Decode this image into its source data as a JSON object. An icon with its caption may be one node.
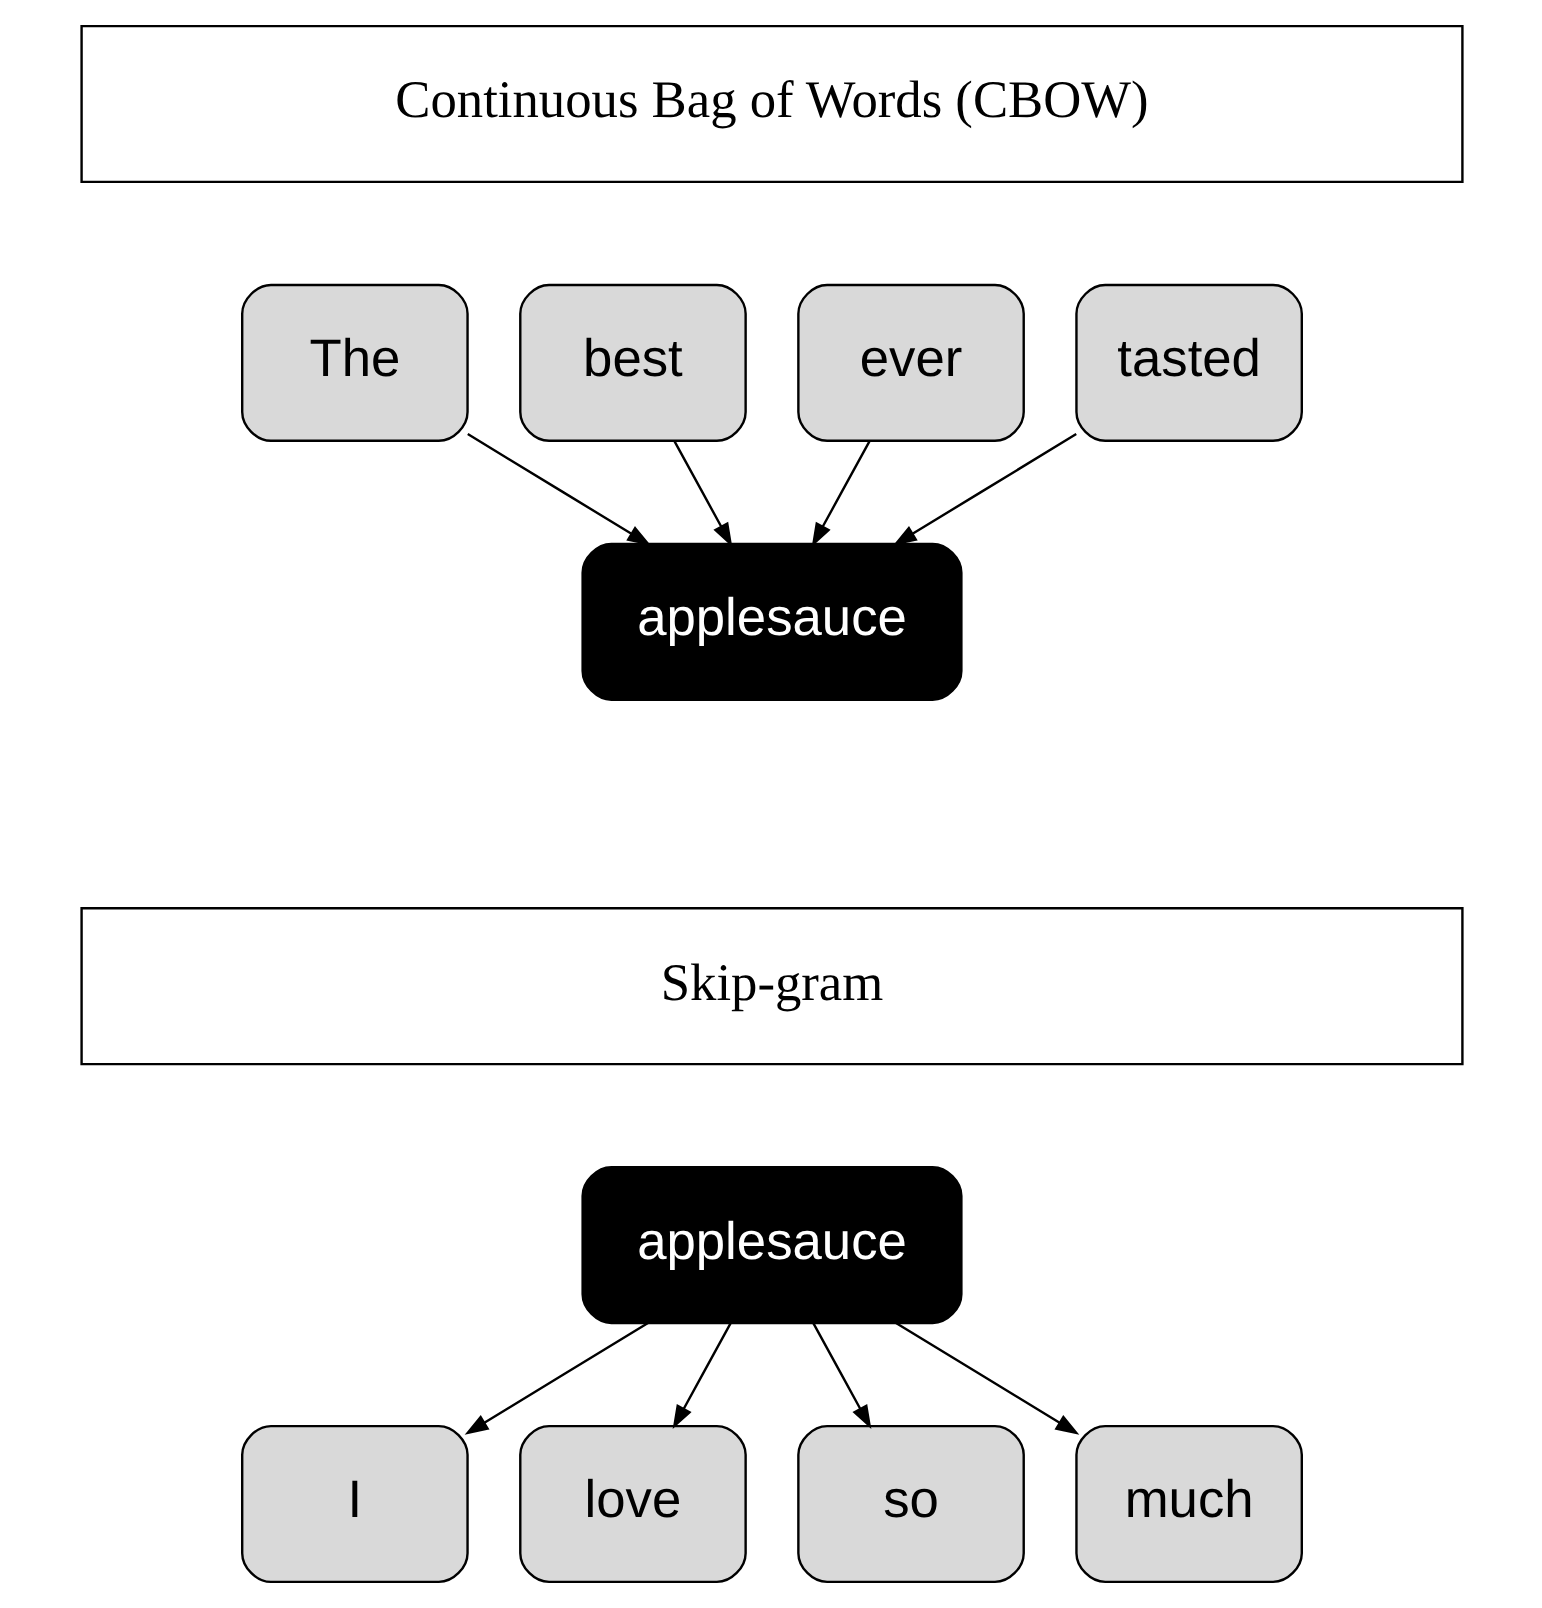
{
  "diagram": {
    "nodes": [
      {
        "text": [
          "Continuous Bag of Words (CBOW)"
        ]
      },
      {
        "text": [
          "The"
        ]
      },
      {
        "text": [
          "best"
        ]
      },
      {
        "text": [
          "ever"
        ]
      },
      {
        "text": [
          "tasted"
        ]
      },
      {
        "text": [
          "applesauce"
        ]
      },
      {
        "text": [
          "Skip-gram"
        ]
      },
      {
        "text": [
          "applesauce"
        ]
      },
      {
        "text": [
          "I"
        ]
      },
      {
        "text": [
          "love"
        ]
      },
      {
        "text": [
          "so"
        ]
      },
      {
        "text": [
          "much"
        ]
      }
    ],
    "edges": [
      {
        "from": 1,
        "to": 5,
        "arrow": "to"
      },
      {
        "from": 2,
        "to": 5,
        "arrow": "to"
      },
      {
        "from": 3,
        "to": 5,
        "arrow": "to"
      },
      {
        "from": 4,
        "to": 5,
        "arrow": "to"
      },
      {
        "from": 7,
        "to": 8,
        "arrow": "to"
      },
      {
        "from": 7,
        "to": 9,
        "arrow": "to"
      },
      {
        "from": 7,
        "to": 10,
        "arrow": "to"
      },
      {
        "from": 7,
        "to": 11,
        "arrow": "to"
      }
    ]
  }
}
